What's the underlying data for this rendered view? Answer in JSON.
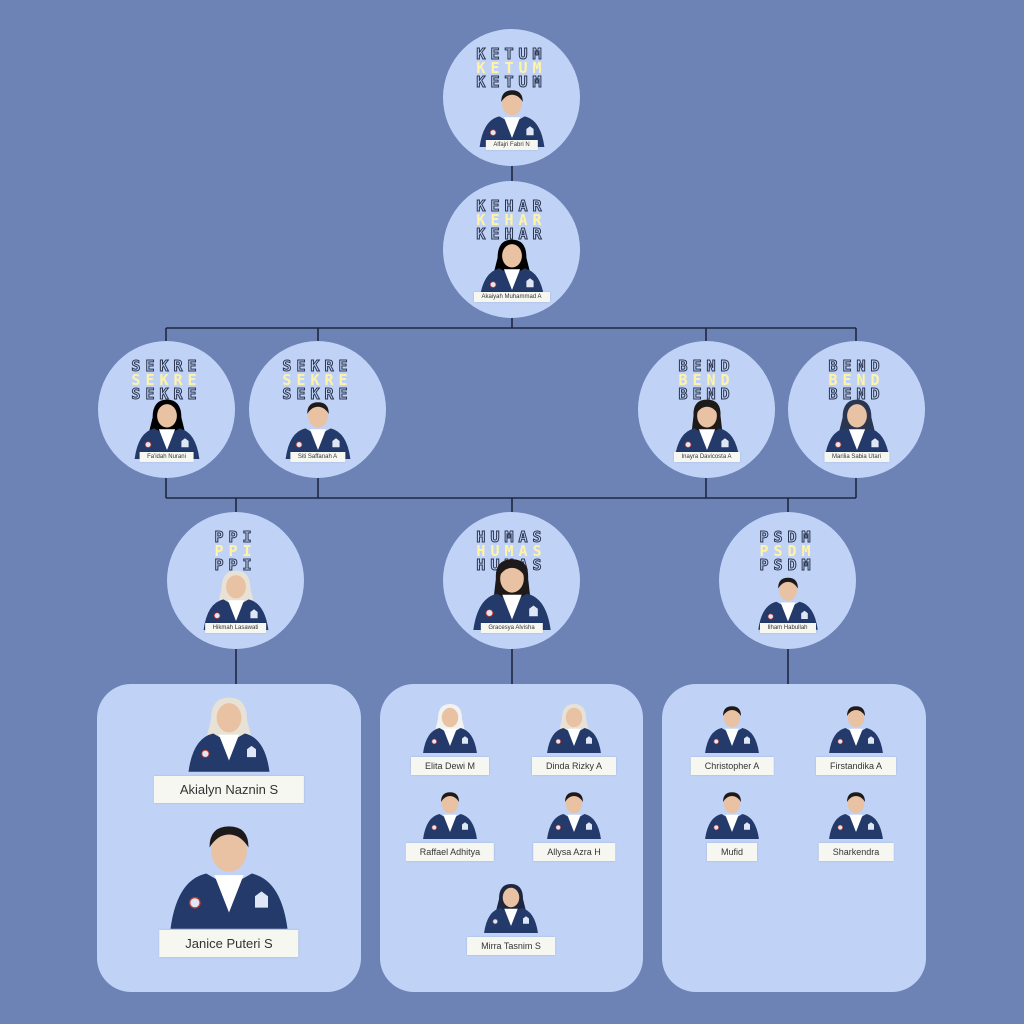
{
  "colors": {
    "background": "#6d82b5",
    "bubble": "#c0d3f7",
    "blazer": "#233a6b",
    "tag": "#f7f7f2",
    "highlight": "#fff3a8"
  },
  "leaders": {
    "ketum": {
      "role": "KETUM",
      "name": "Alfajri Fabri N"
    },
    "kehar": {
      "role": "KEHAR",
      "name": "Akaiyah Muhammad A"
    }
  },
  "secretaries": [
    {
      "role": "SEKRE",
      "name": "Fa'idah Nurani"
    },
    {
      "role": "SEKRE",
      "name": "Siti Saffanah A"
    }
  ],
  "treasurers": [
    {
      "role": "BEND",
      "name": "Inayra Davicosta A"
    },
    {
      "role": "BEND",
      "name": "Marilia Sabia Utari"
    }
  ],
  "divisions": [
    {
      "role": "PPI",
      "head": "Hikmah Lasawati",
      "members": [
        "Akialyn Naznin S",
        "Janice Puteri S"
      ]
    },
    {
      "role": "HUMAS",
      "head": "Gracesya Alvisha",
      "members": [
        "Elita Dewi M",
        "Dinda Rizky A",
        "Raffael Adhitya",
        "Allysa Azra H",
        "Mirra Tasnim S"
      ]
    },
    {
      "role": "PSDM",
      "head": "Ilham Habullah",
      "members": [
        "Christopher A",
        "Firstandika A",
        "Mufid",
        "Sharkendra"
      ]
    }
  ]
}
